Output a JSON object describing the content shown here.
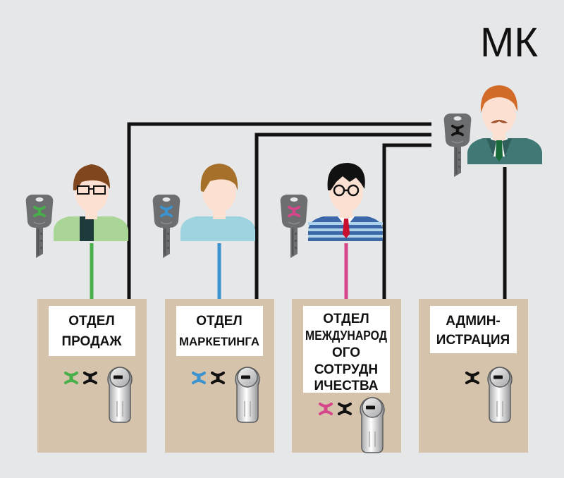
{
  "brand": "МК",
  "departments": [
    {
      "id": "sales",
      "label_lines": [
        "ОТДЕЛ",
        "ПРОДАЖ"
      ],
      "key_color": "#48b04a",
      "line_color": "#48b04a"
    },
    {
      "id": "marketing",
      "label_lines": [
        "ОТДЕЛ",
        "МАРКЕТИНГА"
      ],
      "key_color": "#3b93d0",
      "line_color": "#3b93d0"
    },
    {
      "id": "intl",
      "label_lines": [
        "ОТДЕЛ",
        "МЕЖДУНАРОД",
        "ОГО",
        "СОТРУДН",
        "ИЧЕСТВА"
      ],
      "key_color": "#d5468a",
      "line_color": "#d5468a"
    },
    {
      "id": "admin",
      "label_lines": [
        "АДМИН-",
        "ИСТРАЦИЯ"
      ],
      "key_color": null,
      "line_color": "#111111"
    }
  ],
  "master_key_color": "#111111",
  "colors": {
    "background": "#e6e7e8",
    "door": "#d6c3ab",
    "key_body": "#6d6e70",
    "skin": "#fce1d3",
    "wire": "#111111"
  }
}
